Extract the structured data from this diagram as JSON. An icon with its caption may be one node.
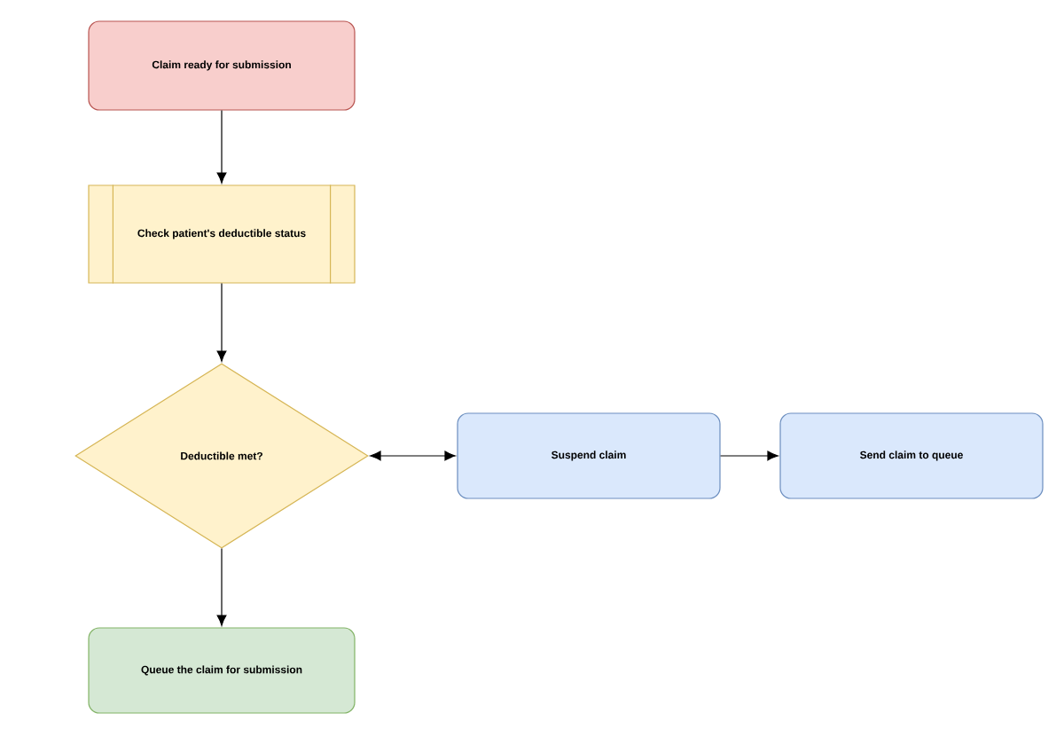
{
  "diagram": {
    "nodes": [
      {
        "text": [
          "Claim ready for submission"
        ]
      },
      {
        "text": [
          "Check patient's deductible status"
        ]
      },
      {
        "text": [
          "Deductible met?"
        ]
      },
      {
        "text": [
          "Suspend claim"
        ]
      },
      {
        "text": [
          "Send claim to queue"
        ]
      },
      {
        "text": [
          "Queue the claim for submission"
        ]
      }
    ],
    "edges": [
      {
        "from": 0,
        "to": 1,
        "arrow": "to"
      },
      {
        "from": 1,
        "to": 2,
        "arrow": "to"
      },
      {
        "from": 2,
        "to": 3,
        "arrow": "both"
      },
      {
        "from": 3,
        "to": 4,
        "arrow": "to"
      },
      {
        "from": 2,
        "to": 5,
        "arrow": "to"
      }
    ]
  }
}
